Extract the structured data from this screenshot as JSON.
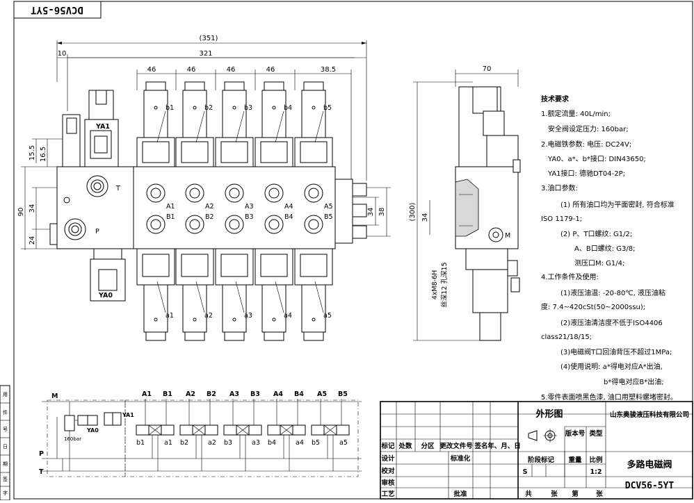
{
  "corner_label": "DCV56-5YT",
  "front_view": {
    "dims": {
      "overall": "(351)",
      "length": "321",
      "offset": "10",
      "pitch": [
        "46",
        "46",
        "46",
        "46",
        "38.5"
      ],
      "h1": "15.5",
      "h2": "16.5",
      "h_total": "90",
      "h_mid": "34",
      "h_low": "24",
      "right_a": "34",
      "right_b": "38"
    },
    "labels": {
      "yai": "YA1",
      "yao": "YA0",
      "port_t": "T",
      "port_p": "P",
      "sections_b": [
        "b1",
        "b2",
        "b3",
        "b4",
        "b5"
      ],
      "sections_a": [
        "a1",
        "a2",
        "a3",
        "a4",
        "a5"
      ],
      "ports_a": [
        "A1",
        "A2",
        "A3",
        "A4",
        "A5"
      ],
      "ports_b": [
        "B1",
        "B2",
        "B3",
        "B4",
        "B5"
      ]
    }
  },
  "side_view": {
    "dims": {
      "width": "70",
      "height": "(300)",
      "h34": "34"
    },
    "labels": {
      "thread": "4xM8-6H",
      "depth": "丝深12 孔深15",
      "port_m": "M"
    }
  },
  "tech_notes": [
    "技术要求",
    "1.额定流量: 40L/min;",
    "安全阀设定压力: 160bar;",
    "2.电磁铁参数: 电压: DC24V;",
    "YA0、a*、b*接口: DIN43650;",
    "YA1接口: 德驰DT04-2P;",
    "3.油口参数:",
    "(1) 所有油口均为平面密封, 符合标准",
    "ISO 1179-1;",
    "(2) P、T口螺纹: G1/2;",
    "A、B口螺纹: G3/8;",
    "测压口M: G1/4;",
    "4.工作条件及使用:",
    "(1)液压油温: -20-80℃, 液压油粘",
    "度: 7.4~420cSt(50~2000ssu);",
    "(2)液压油清洁度不低于ISO4406",
    "class21/18/15;",
    "(3)电磁阀T口回油背压不超过1MPa;",
    "(4)使用说明: a*得电对应A*出油,",
    "b*得电对应B*出油;",
    "5.零件表面喷黑色漆, 油口用塑料螺堵密封。"
  ],
  "schematic": {
    "labels": {
      "m": "M",
      "p": "P",
      "t": "T",
      "yao": "YA0",
      "yai": "YA1",
      "relief": "160bar",
      "top_ports": [
        "A1",
        "B1",
        "A2",
        "B2",
        "A3",
        "B3",
        "A4",
        "B4",
        "A5",
        "B5"
      ],
      "b": [
        "b1",
        "b2",
        "b3",
        "b4",
        "b5"
      ],
      "a": [
        "a1",
        "a2",
        "a3",
        "a4",
        "a5"
      ]
    }
  },
  "title_block": {
    "drawing_name": "外形图",
    "company": "山东奥骏液压科技有限公司",
    "version_no": "版本号",
    "type_label": "类型",
    "product_name": "多路电磁阀",
    "model": "DCV56-5YT",
    "revision_headers": [
      "标记",
      "处数",
      "分区",
      "更改文件号",
      "签名",
      "年、月、日"
    ],
    "roles": [
      "设计",
      "校对",
      "审核",
      "工艺"
    ],
    "std_label": "标准化",
    "approve_label": "批准",
    "stage_headers": [
      "阶段标记",
      "重量",
      "比例"
    ],
    "stage_value": "S",
    "scale": "1:2",
    "sheet_total": "共",
    "sheet_label": "张",
    "sheet_no": "第",
    "sheet_label2": "张"
  },
  "left_strip": [
    "用",
    "件",
    "号",
    "日",
    "期",
    "签",
    "字"
  ]
}
